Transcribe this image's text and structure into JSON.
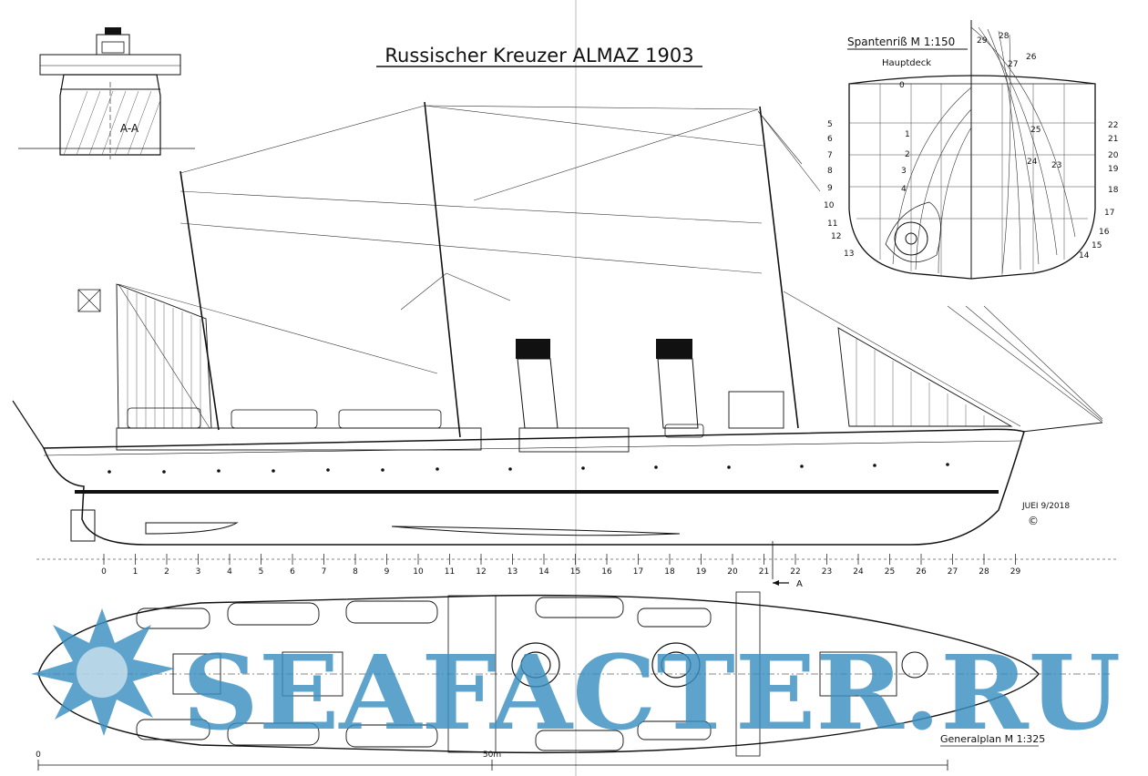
{
  "title": "Russischer Kreuzer ALMAZ 1903",
  "section_label": "A-A",
  "body_plan": {
    "title": "Spantenriß M 1:150",
    "deck_label": "Hauptdeck",
    "station_labels_left": [
      "0",
      "1",
      "2",
      "3",
      "4",
      "5",
      "6",
      "7",
      "8",
      "9",
      "10",
      "11",
      "12",
      "13"
    ],
    "station_labels_right": [
      "14",
      "15",
      "16",
      "17",
      "18",
      "19",
      "20",
      "21",
      "22",
      "23",
      "24",
      "25",
      "26",
      "27",
      "28",
      "29"
    ]
  },
  "signature": "JUEI 9/2018",
  "copyright": "©",
  "frame_scale": {
    "labels": [
      "0",
      "1",
      "2",
      "3",
      "4",
      "5",
      "6",
      "7",
      "8",
      "9",
      "10",
      "11",
      "12",
      "13",
      "14",
      "15",
      "16",
      "17",
      "18",
      "19",
      "20",
      "21",
      "22",
      "23",
      "24",
      "25",
      "26",
      "27",
      "28",
      "29"
    ]
  },
  "section_marker": "A",
  "general_plan": {
    "title": "Generalplan M 1:325"
  },
  "length_scale": {
    "start": "0",
    "end": "50m"
  },
  "watermark": "SEAFACTER.RU",
  "colors": {
    "ink": "#111111",
    "watermark": "#3b8fc0"
  }
}
